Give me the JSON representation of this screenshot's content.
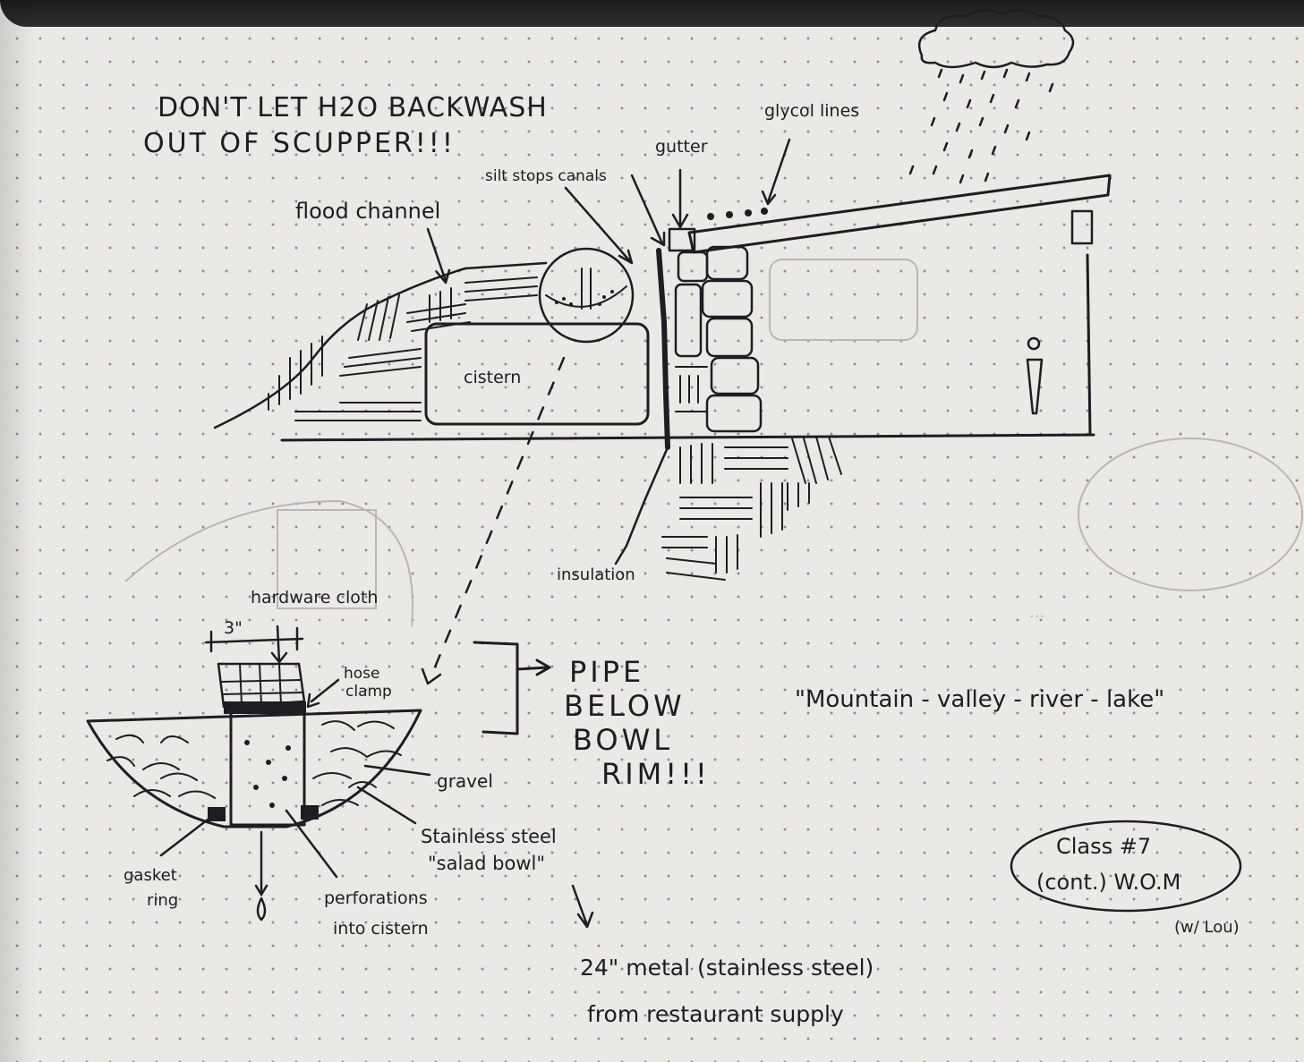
{
  "notes": {
    "heading_line1": "DON'T LET H2O BACKWASH",
    "heading_line2": "OUT OF SCUPPER!!!",
    "pipe_note_1": "PIPE",
    "pipe_note_2": "BELOW",
    "pipe_note_3": "BOWL",
    "pipe_note_4": "RIM!!!",
    "sequence_quote": "\"Mountain - valley - river - lake\"",
    "class_tag_line1": "Class #7",
    "class_tag_line2": "(cont.) W.O.M",
    "class_tag_aside": "(w/ Lou)",
    "supply_line1": "24\" metal (stainless steel)",
    "supply_line2": "from restaurant supply"
  },
  "labels": {
    "flood_channel": "flood channel",
    "silt_stops": "silt stops canals",
    "gutter": "gutter",
    "glycol_lines": "glycol lines",
    "cistern": "cistern",
    "insulation": "insulation",
    "hardware_cloth": "hardware cloth",
    "dimension": "3\"",
    "hose_clamp_1": "hose",
    "hose_clamp_2": "clamp",
    "gravel": "gravel",
    "bowl_line1": "Stainless steel",
    "bowl_line2": "\"salad bowl\"",
    "gasket_1": "gasket",
    "gasket_2": "ring",
    "perforations_1": "perforations",
    "perforations_2": "into cistern"
  },
  "colors": {
    "paper": "#ebe9e6",
    "ink": "#1d1d22",
    "dot_grid": "#8a8aa8"
  }
}
